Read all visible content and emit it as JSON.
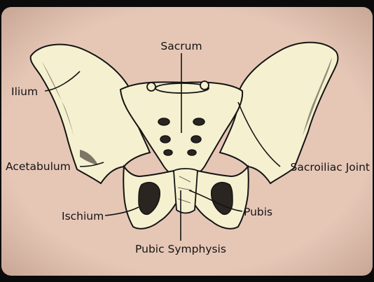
{
  "diagram": {
    "labels": {
      "sacrum": "Sacrum",
      "ilium": "Ilium",
      "acetabulum": "Acetabulum",
      "sacroiliac_joint": "Sacroiliac Joint",
      "ischium": "Ischium",
      "pubis": "Pubis",
      "pubic_symphysis": "Pubic Symphysis"
    }
  },
  "colors": {
    "background": "#e2c2b2",
    "bone": "#f5f0cf",
    "ink": "#141414"
  }
}
